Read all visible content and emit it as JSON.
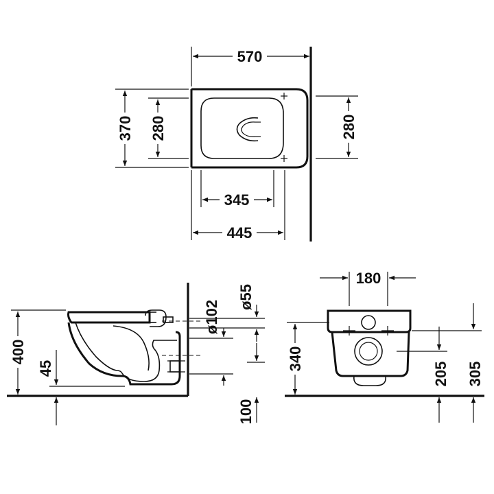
{
  "top_view": {
    "length": "570",
    "width_outer": "370",
    "width_inner_left": "280",
    "width_inner_right": "280",
    "bowl_length": "345",
    "body_length": "445"
  },
  "side_view": {
    "height": "400",
    "floor_offset": "45",
    "drain_pipe": "ø102",
    "water_inlet": "ø55",
    "drain_floor_offset": "100"
  },
  "front_view": {
    "width": "180",
    "seat_height": "340",
    "drain_height": "205",
    "inlet_height": "305"
  }
}
